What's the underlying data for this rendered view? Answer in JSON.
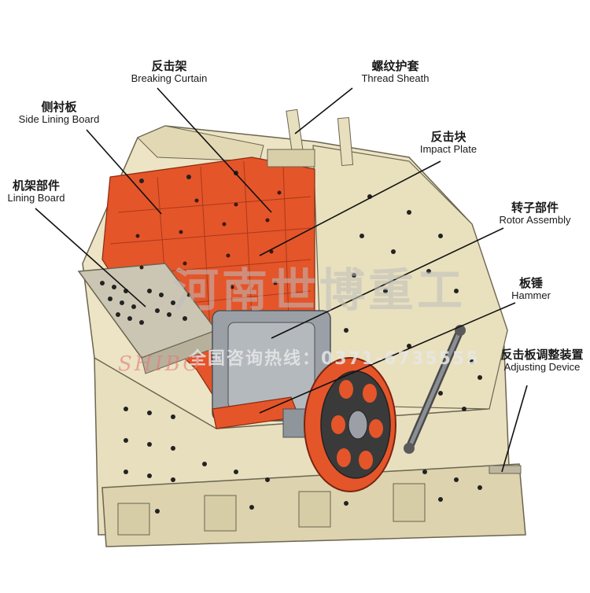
{
  "labels": {
    "breaking_curtain": {
      "cn": "反击架",
      "en": "Breaking Curtain"
    },
    "thread_sheath": {
      "cn": "螺纹护套",
      "en": "Thread Sheath"
    },
    "side_lining_board": {
      "cn": "侧衬板",
      "en": "Side Lining Board"
    },
    "impact_plate": {
      "cn": "反击块",
      "en": "Impact Plate"
    },
    "lining_board": {
      "cn": "机架部件",
      "en": "Lining Board"
    },
    "rotor_assembly": {
      "cn": "转子部件",
      "en": "Rotor Assembly"
    },
    "hammer": {
      "cn": "板锤",
      "en": "Hammer"
    },
    "adjusting_device": {
      "cn": "反击板调整装置",
      "en": "Adjusting Device"
    }
  },
  "watermark": {
    "company": "河南世博重工",
    "hotline": "全国咨询热线：0371-6735555",
    "brand": "SHIBO"
  },
  "colors": {
    "body": "#ece4c4",
    "body_shade": "#d9cfa8",
    "liner": "#e5552a",
    "rotor": "#9aa0a6",
    "outline": "#6b6550"
  }
}
